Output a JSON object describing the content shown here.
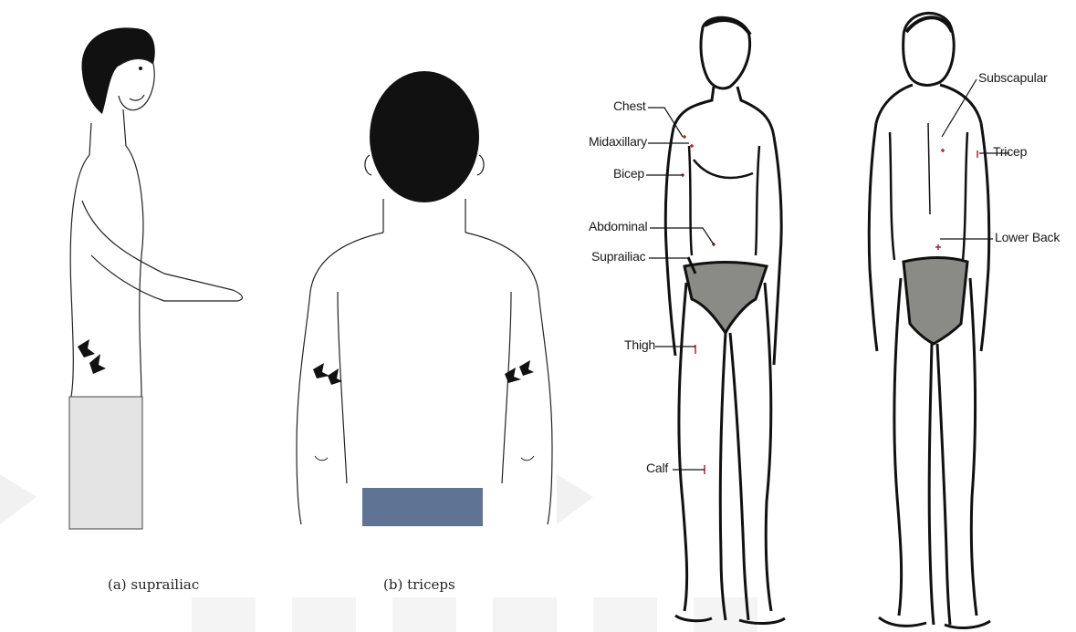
{
  "captions": {
    "suprailiac": "(a) suprailiac",
    "triceps": "(b) triceps"
  },
  "front_labels": {
    "chest": "Chest",
    "midaxillary": "Midaxillary",
    "bicep": "Bicep",
    "abdominal": "Abdominal",
    "suprailiac": "Suprailiac",
    "thigh": "Thigh",
    "calf": "Calf"
  },
  "back_labels": {
    "subscapular": "Subscapular",
    "tricep": "Tricep",
    "lower_back": "Lower Back"
  },
  "colors": {
    "briefs": "#8a8a86",
    "shorts_grey": "#e4e4e4",
    "shorts_blue": "#5f7494",
    "hair": "#111111",
    "marker": "#b0202a"
  }
}
